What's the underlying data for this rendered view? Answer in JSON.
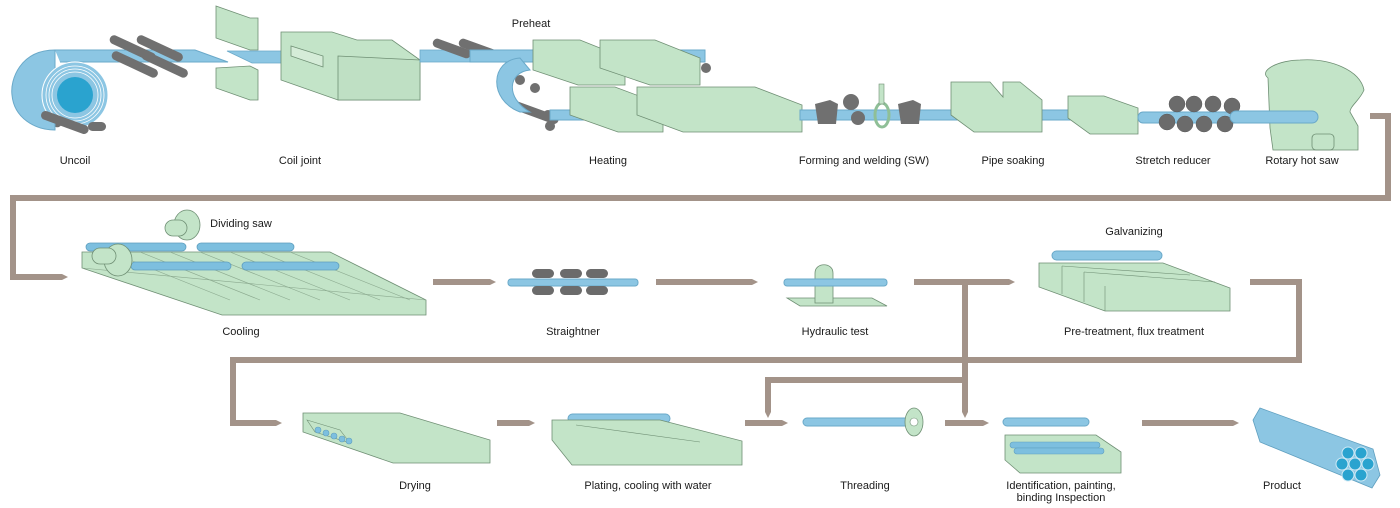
{
  "title": "Welded steel pipe production process",
  "colors": {
    "machine_fill": "#c3e4c8",
    "machine_stroke": "#6f8f74",
    "pipe_fill": "#7dbfdf",
    "pipe_dark": "#2aa3cf",
    "roller_fill": "#6b6b6b",
    "connector": "#a39389"
  },
  "stages": {
    "uncoil": "Uncoil",
    "coil_joint": "Coil joint",
    "preheat": "Preheat",
    "heating": "Heating",
    "forming_welding": "Forming and welding (SW)",
    "pipe_soaking": "Pipe soaking",
    "stretch_reducer": "Stretch reducer",
    "rotary_hot_saw": "Rotary hot saw",
    "dividing_saw": "Dividing saw",
    "cooling": "Cooling",
    "straightner": "Straightner",
    "hydraulic_test": "Hydraulic test",
    "galvanizing": "Galvanizing",
    "pretreatment": "Pre-treatment, flux treatment",
    "drying": "Drying",
    "plating": "Plating, cooling with water",
    "threading": "Threading",
    "identification": "Identification, painting, binding Inspection",
    "product": "Product"
  }
}
